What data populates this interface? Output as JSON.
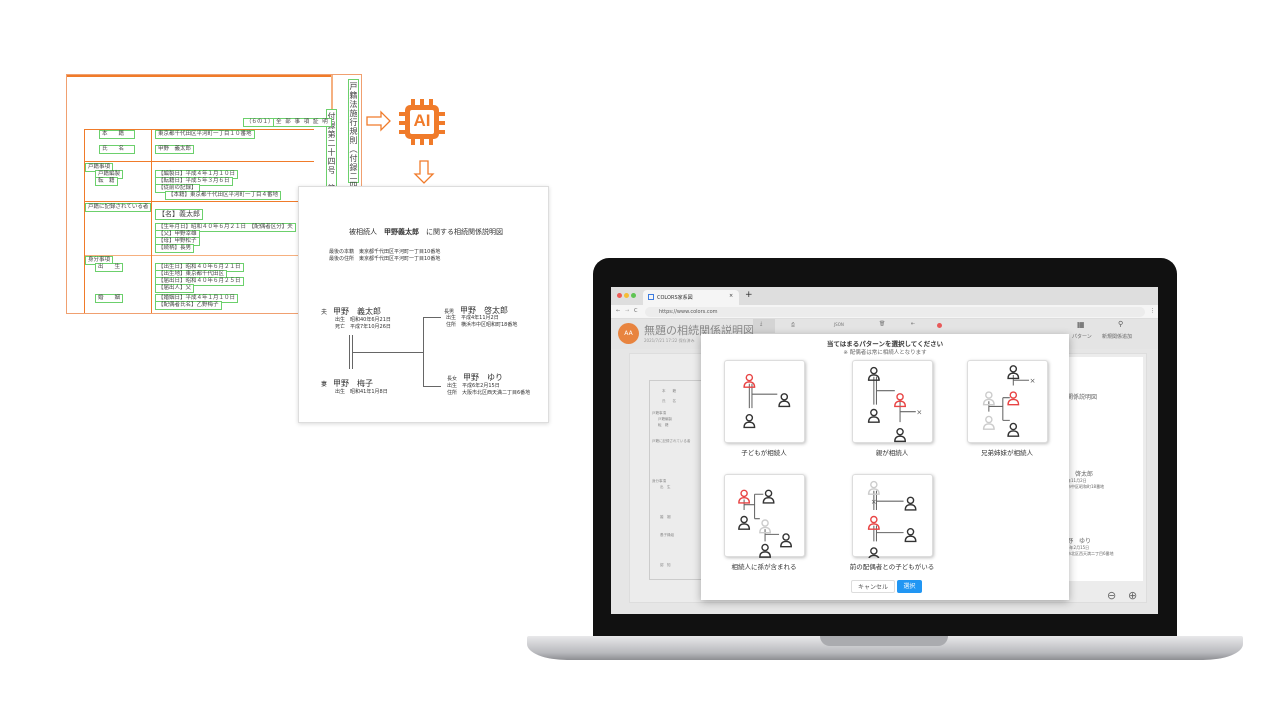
{
  "koseki": {
    "side_title": "戸籍法施行規則（付録二四号）",
    "side_title2": "付録第二十四号　第七",
    "page": "（６の１）",
    "header": "全 部 事 項 証 明",
    "rows": [
      {
        "label": "本　　籍",
        "value": "東京都千代田区平河町一丁目１０番地"
      },
      {
        "label": "氏　　名",
        "value": "甲野　義太郎"
      }
    ],
    "section1": "戸籍事項",
    "s1_labels": [
      "戸籍編製",
      "転　籍"
    ],
    "s1_values": [
      "【編製日】平成４年１月１０日",
      "【転籍日】平成５年３月６日",
      "【従前の記録】",
      "【本籍】東京都千代田区平河町一丁目４番地"
    ],
    "section2": "戸籍に記録されている者",
    "s2_values": [
      "【名】義太郎",
      "【生年月日】昭和４０年６月２１日　【配偶者区分】夫",
      "【父】甲野幸雄",
      "【母】甲野松子",
      "【続柄】長男"
    ],
    "section3": "身分事項",
    "s3_labels": [
      "出　　生",
      "婚　　姻"
    ],
    "s3_values": [
      "【出生日】昭和４０年６月２１日",
      "【出生地】東京都千代田区",
      "【届出日】昭和４０年６月２５日",
      "【届出人】父",
      "【婚姻日】平成４年１月１０日",
      "【配偶者氏名】乙野梅子"
    ]
  },
  "ai_icon_label": "AI",
  "result_doc": {
    "title_prefix": "被相続人",
    "title_name": "甲野義太郎",
    "title_suffix": "に関する相続関係説明図",
    "honseki": "最後の本籍　東京都千代田区平河町一丁目10番地",
    "address": "最後の住所　東京都千代田区平河町一丁目10番地",
    "husband": {
      "rel": "夫",
      "name": "甲野　義太郎",
      "l1": "出生　昭和40年6月21日",
      "l2": "死亡　平成7年10月26日"
    },
    "wife": {
      "rel": "妻",
      "name": "甲野　梅子",
      "l1": "出生　昭和41年1月8日"
    },
    "son": {
      "rel": "長男",
      "name": "甲野　啓太郎",
      "l1": "出生　平成4年11月2日",
      "l2": "住所　横浜市中区昭和町18番地"
    },
    "daughter": {
      "rel": "長女",
      "name": "甲野　ゆり",
      "l1": "出生　平成6年2月15日",
      "l2": "住所　大阪市北区西天満二丁目6番地"
    }
  },
  "browser": {
    "tab_title": "COLORS家系図",
    "new_tab": "+",
    "tab_close": "×",
    "url": "https://www.colors.com"
  },
  "app": {
    "avatar_text": "AA",
    "doc_title": "無題の相続関係説明図",
    "saved": "2021/7/21 17:22 保存済み",
    "right_buttons": [
      "パターン",
      "新規関係追加"
    ],
    "bg_doc_title": "関係説明図",
    "bg_labels": [
      "本　　籍",
      "氏　　名",
      "戸籍事項",
      "戸籍編製",
      "転　籍",
      "戸籍に記録されている者",
      "身分事項",
      "出　生",
      "婚　姻",
      "養子縁組",
      "認　知"
    ],
    "bg_son": [
      "啓太郎",
      "年11月2日",
      "市中区昭和町18番地"
    ],
    "bg_daughter": [
      "野　ゆり",
      "6年2月15日",
      "市北区西天満二丁目6番地"
    ]
  },
  "modal": {
    "title": "当てはまるパターンを選択してください",
    "subtitle": "※ 配偶者は常に相続人となります",
    "patterns": [
      "子どもが相続人",
      "親が相続人",
      "兄弟姉妹が相続人",
      "相続人に孫が含まれる",
      "前の配偶者との子どもがいる"
    ],
    "cancel": "キャンセル",
    "select": "選択"
  },
  "colors": {
    "orange": "#f07b2a",
    "green": "#6cd06c",
    "red": "#e84444",
    "blue": "#2196f3"
  }
}
